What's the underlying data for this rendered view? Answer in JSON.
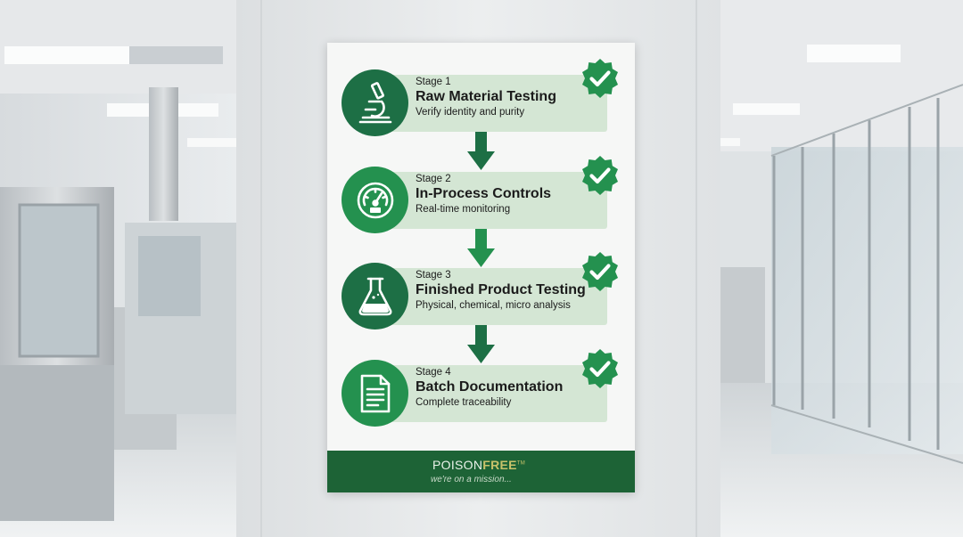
{
  "poster": {
    "stages": [
      {
        "label": "Stage 1",
        "title": "Raw Material Testing",
        "description": "Verify identity and purity",
        "icon": "microscope-icon"
      },
      {
        "label": "Stage 2",
        "title": "In-Process Controls",
        "description": "Real-time monitoring",
        "icon": "gauge-icon"
      },
      {
        "label": "Stage 3",
        "title": "Finished Product Testing",
        "description": "Physical, chemical, micro analysis",
        "icon": "flask-icon"
      },
      {
        "label": "Stage 4",
        "title": "Batch Documentation",
        "description": "Complete traceability",
        "icon": "document-icon"
      }
    ],
    "footer": {
      "brand_light": "POISON",
      "brand_bold": "FREE",
      "trademark": "TM",
      "tagline": "we're on a mission..."
    }
  },
  "colors": {
    "dark_green": "#1d6f45",
    "mid_green": "#24914f",
    "light_green": "#d4e6d4",
    "footer_green": "#1d6336",
    "brand_gold": "#c8c26a"
  }
}
